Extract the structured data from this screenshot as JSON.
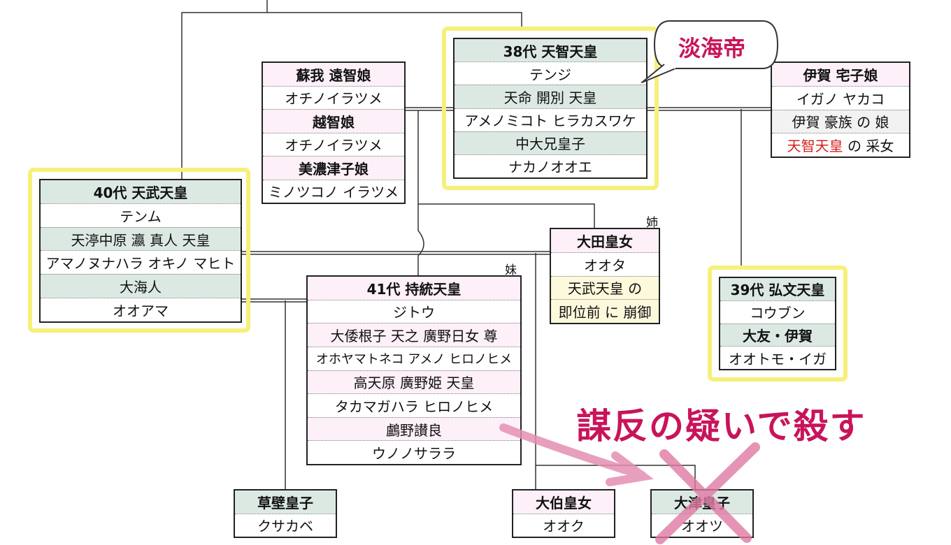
{
  "tenji": {
    "rows": [
      "38代 天智天皇",
      "テンジ",
      "天命 開別 天皇",
      "アメノミコト ヒラカスワケ",
      "中大兄皇子",
      "ナカノオオエ"
    ]
  },
  "soga": {
    "rows": [
      "蘇我 遠智娘",
      "オチノイラツメ",
      "越智娘",
      "オチノイラツメ",
      "美濃津子娘",
      "ミノツコノ イラツメ"
    ]
  },
  "iga": {
    "rows": [
      "伊賀 宅子娘",
      "イガノ ヤカコ",
      "伊賀 豪族 の 娘"
    ],
    "last_red": "天智天皇",
    "last_rest": " の 采女"
  },
  "tenmu": {
    "rows": [
      "40代 天武天皇",
      "テンム",
      "天渟中原 瀛 真人 天皇",
      "アマノヌナハラ オキノ マヒト",
      "大海人",
      "オオアマ"
    ]
  },
  "ota": {
    "rows": [
      "大田皇女",
      "オオタ",
      "天武天皇 の",
      "即位前 に 崩御"
    ],
    "note": "姉"
  },
  "jito": {
    "rows": [
      "41代 持統天皇",
      "ジトウ",
      "大倭根子 天之 廣野日女 尊",
      "オホヤマトネコ アメノ ヒロノヒメ",
      "高天原 廣野姫 天皇",
      "タカマガハラ ヒロノヒメ",
      "鸕野讃良",
      "ウノノサララ"
    ],
    "note": "妹"
  },
  "kobun": {
    "rows": [
      "39代 弘文天皇",
      "コウブン",
      "大友・伊賀",
      "オオトモ・イガ"
    ]
  },
  "kusakabe": {
    "rows": [
      "草壁皇子",
      "クサカベ"
    ]
  },
  "oku": {
    "rows": [
      "大伯皇女",
      "オオク"
    ]
  },
  "otsu": {
    "rows": [
      "大津皇子",
      "オオツ"
    ]
  },
  "bubble": {
    "text": "淡海帝"
  },
  "annotation": {
    "text": "謀反の疑いで殺す"
  },
  "colors": {
    "accent": "#c8145a",
    "highlight": "#f6f07a",
    "green": "#dce9e3",
    "pink": "#fdf0f8",
    "cream": "#fdf9dc"
  }
}
